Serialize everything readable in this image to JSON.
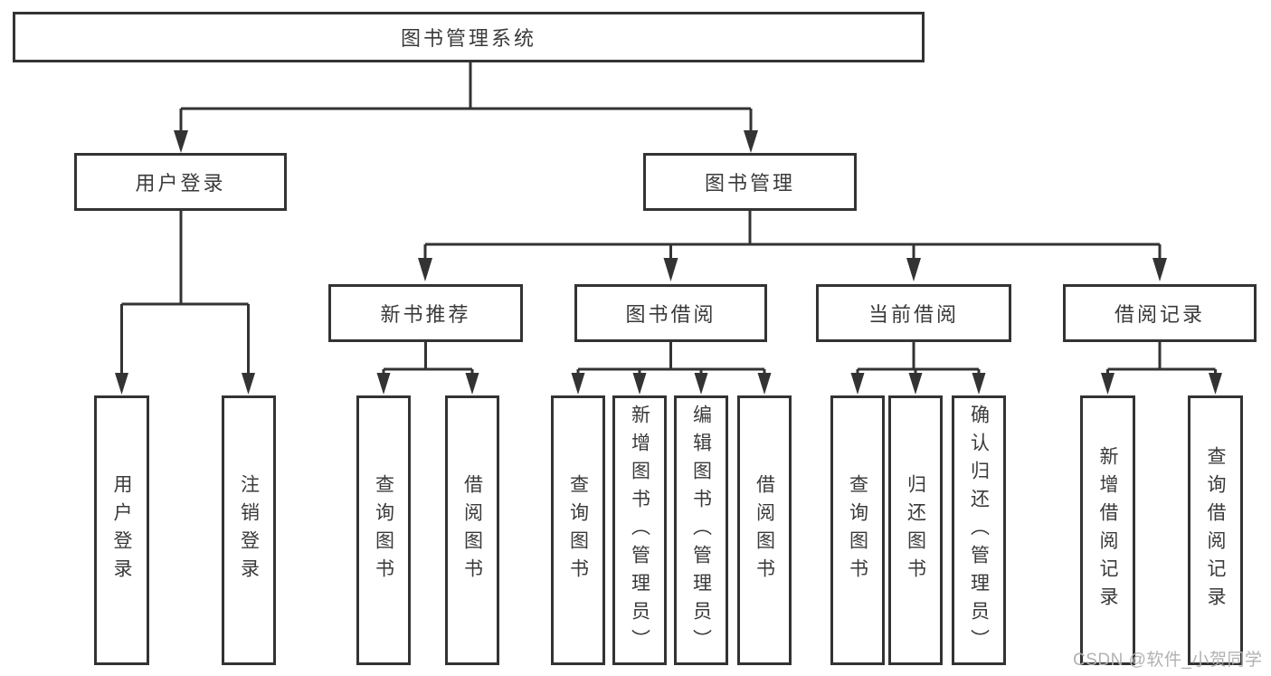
{
  "colors": {
    "line": "#333333",
    "text": "#3a3a3a",
    "watermark": "#b2b2b2",
    "background": "#ffffff"
  },
  "nodes": {
    "root": "图书管理系统",
    "user_login": "用户登录",
    "book_management": "图书管理",
    "new_book_recommend": "新书推荐",
    "book_borrowing": "图书借阅",
    "current_borrowing": "当前借阅",
    "borrowing_records": "借阅记录",
    "leaf_user_login": "用户登录",
    "leaf_logout": "注销登录",
    "leaf_rec_query_books": "查询图书",
    "leaf_rec_borrow_books": "借阅图书",
    "leaf_bor_query_books": "查询图书",
    "leaf_bor_add_books": "新增图书（管理员）",
    "leaf_bor_edit_books": "编辑图书（管理员）",
    "leaf_bor_borrow_books": "借阅图书",
    "leaf_cur_query_books": "查询图书",
    "leaf_cur_return_books": "归还图书",
    "leaf_cur_confirm_return": "确认归还（管理员）",
    "leaf_record_add": "新增借阅记录",
    "leaf_record_query": "查询借阅记录"
  },
  "hierarchy": {
    "图书管理系统": {
      "用户登录": [
        "用户登录",
        "注销登录"
      ],
      "图书管理": {
        "新书推荐": [
          "查询图书",
          "借阅图书"
        ],
        "图书借阅": [
          "查询图书",
          "新增图书（管理员）",
          "编辑图书（管理员）",
          "借阅图书"
        ],
        "当前借阅": [
          "查询图书",
          "归还图书",
          "确认归还（管理员）"
        ],
        "借阅记录": [
          "新增借阅记录",
          "查询借阅记录"
        ]
      }
    }
  },
  "watermark": {
    "text": "CSDN @软件_小贺同学"
  }
}
